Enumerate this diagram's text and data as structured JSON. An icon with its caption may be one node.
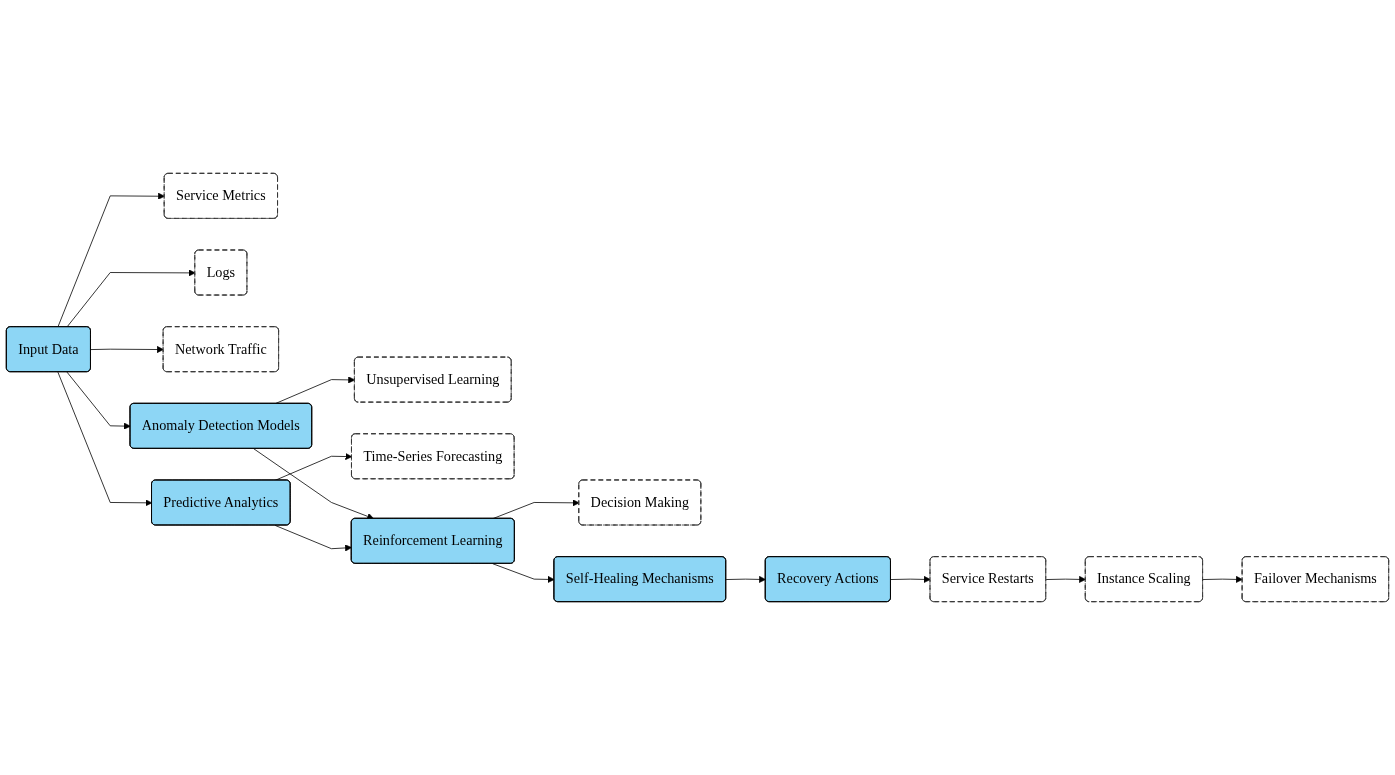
{
  "diagram": {
    "nodes": [
      {
        "text": [
          "Input Data"
        ]
      },
      {
        "text": [
          "Anomaly Detection Models"
        ]
      },
      {
        "text": [
          "Reinforcement Learning"
        ]
      },
      {
        "text": [
          "Self-Healing Mechanisms"
        ]
      },
      {
        "text": [
          "Service Metrics"
        ]
      },
      {
        "text": [
          "Unsupervised Learning"
        ]
      },
      {
        "text": [
          "Decision Making"
        ]
      },
      {
        "text": [
          "Logs"
        ]
      },
      {
        "text": [
          "Predictive Analytics"
        ]
      },
      {
        "text": [
          "Recovery Actions"
        ]
      },
      {
        "text": [
          "Network Traffic"
        ]
      },
      {
        "text": [
          "Time-Series Forecasting"
        ]
      },
      {
        "text": [
          "Service Restarts"
        ]
      },
      {
        "text": [
          "Instance Scaling"
        ]
      },
      {
        "text": [
          "Failover Mechanisms"
        ]
      }
    ],
    "edges": [
      {
        "from": 0,
        "to": 1,
        "arrow": "to"
      },
      {
        "from": 1,
        "to": 2,
        "arrow": "to"
      },
      {
        "from": 2,
        "to": 3,
        "arrow": "to"
      },
      {
        "from": 3,
        "to": 9,
        "arrow": "to"
      },
      {
        "from": 0,
        "to": 4,
        "arrow": "to"
      },
      {
        "from": 0,
        "to": 7,
        "arrow": "to"
      },
      {
        "from": 0,
        "to": 10,
        "arrow": "to"
      },
      {
        "from": 0,
        "to": 8,
        "arrow": "to"
      },
      {
        "from": 1,
        "to": 5,
        "arrow": "to"
      },
      {
        "from": 2,
        "to": 6,
        "arrow": "to"
      },
      {
        "from": 8,
        "to": 2,
        "arrow": "to"
      },
      {
        "from": 8,
        "to": 11,
        "arrow": "to"
      },
      {
        "from": 9,
        "to": 12,
        "arrow": "to"
      },
      {
        "from": 12,
        "to": 13,
        "arrow": "to"
      },
      {
        "from": 13,
        "to": 14,
        "arrow": "to"
      }
    ]
  }
}
